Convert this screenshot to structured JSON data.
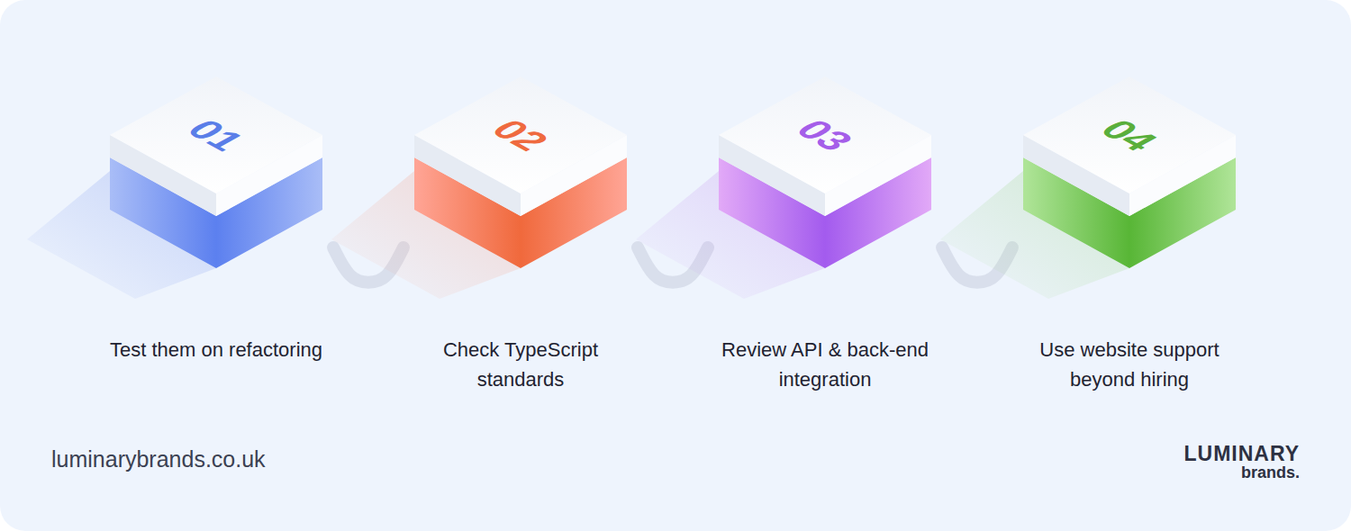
{
  "diagram": {
    "nodes": [
      {
        "text": [
          "01",
          "Test them on refactoring"
        ]
      },
      {
        "text": [
          "02",
          "Check TypeScript standards"
        ]
      },
      {
        "text": [
          "03",
          "Review API & back-end integration"
        ]
      },
      {
        "text": [
          "04",
          "Use website support beyond hiring"
        ]
      }
    ],
    "edges": [
      {
        "from": 0,
        "to": 1,
        "arrow": "none"
      },
      {
        "from": 1,
        "to": 2,
        "arrow": "none"
      },
      {
        "from": 2,
        "to": 3,
        "arrow": "none"
      }
    ],
    "labels": [
      "luminarybrands.co.uk",
      "LUMINARY",
      "brands."
    ]
  }
}
